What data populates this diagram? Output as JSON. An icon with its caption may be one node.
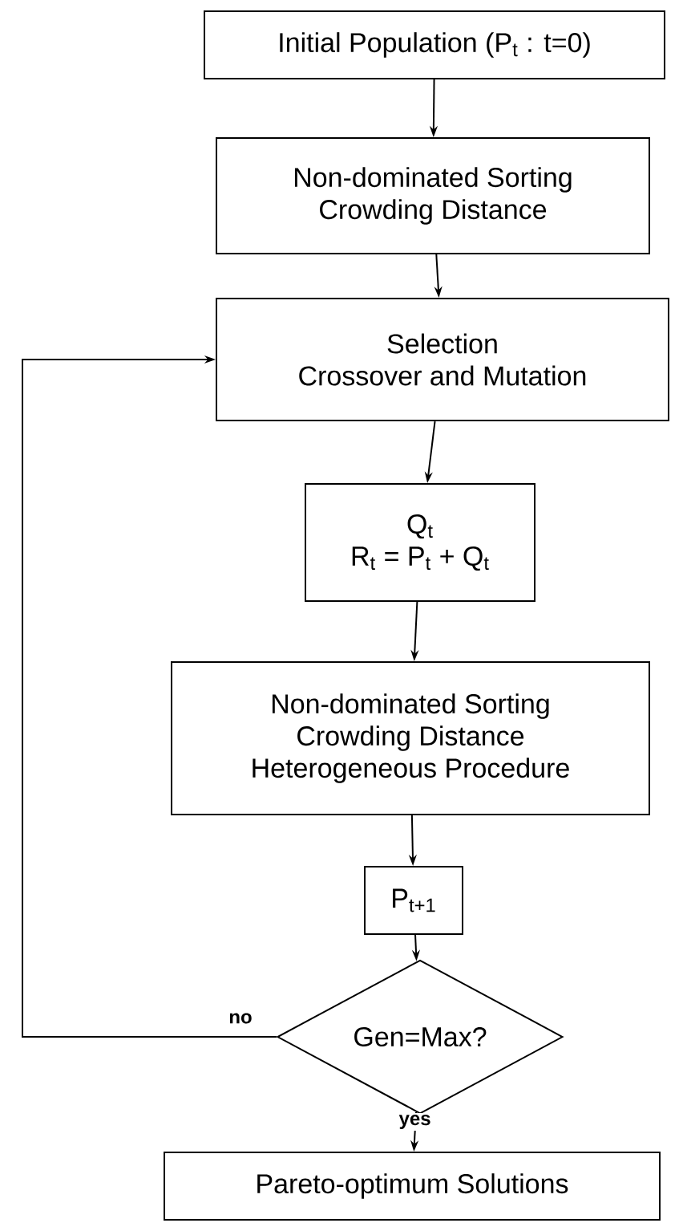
{
  "diagram": {
    "nodes": [
      {
        "text": [
          "Initial Population (P$_{t}$ : t=0)"
        ]
      },
      {
        "text": [
          "Non-dominated Sorting",
          "Crowding Distance"
        ]
      },
      {
        "text": [
          "Selection",
          "Crossover and Mutation"
        ]
      },
      {
        "text": [
          "Q$_{t}$",
          "R$_{t}$ = P$_{t}$ + Q$_{t}$"
        ]
      },
      {
        "text": [
          "Non-dominated Sorting",
          "Crowding Distance",
          "Heterogeneous Procedure"
        ]
      },
      {
        "text": [
          "P$_{t+1}$"
        ]
      },
      {
        "text": [
          "Gen=Max?"
        ]
      },
      {
        "text": [
          "Pareto-optimum Solutions"
        ]
      }
    ],
    "edges": [
      {
        "from": 0,
        "to": 1,
        "arrow": "to"
      },
      {
        "from": 1,
        "to": 2,
        "arrow": "to"
      },
      {
        "from": 2,
        "to": 3,
        "arrow": "to"
      },
      {
        "from": 3,
        "to": 4,
        "arrow": "to"
      },
      {
        "from": 4,
        "to": 5,
        "arrow": "to"
      },
      {
        "from": 5,
        "to": 6,
        "arrow": "to"
      },
      {
        "from": 6,
        "to": 7,
        "arrow": "to",
        "label": "yes"
      },
      {
        "from": 6,
        "to": 2,
        "arrow": "to",
        "label": "no"
      }
    ]
  }
}
